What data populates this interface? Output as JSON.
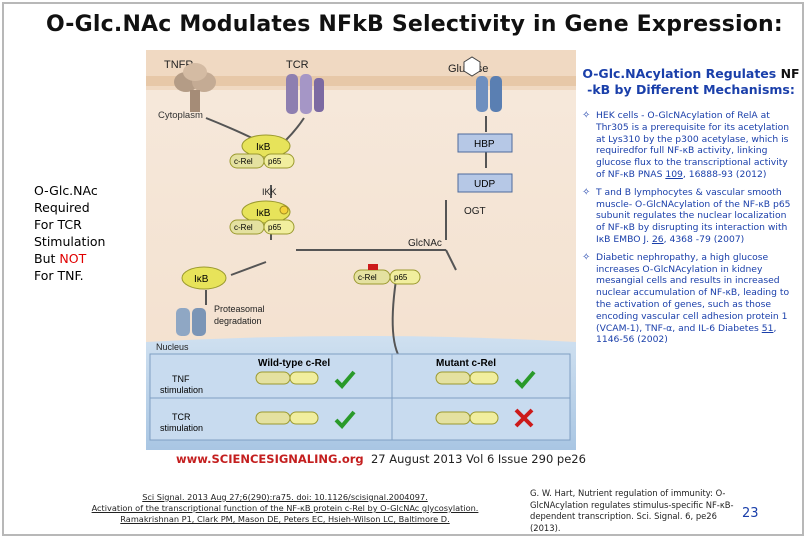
{
  "title": "O-Glc.NAc Modulates NFkB Selectivity in Gene Expression:",
  "left_note": {
    "line1": "O-Glc.NAc",
    "line2": "Required",
    "line3": "For TCR",
    "line4": "Stimulation",
    "line5_prefix": "But ",
    "line5_red": "NOT",
    "line6": "For TNF."
  },
  "right_heading": {
    "part1": "O-Glc.NAcylation Regulates ",
    "part2": "NF",
    "part3": "-kB by Different Mechanisms:"
  },
  "bullets": [
    {
      "text": "HEK cells - O-GlcNAcylation of RelA at Thr305 is a prerequisite for its acetylation at Lys310 by the p300 acetylase, which is requiredfor full NF-κB activity, linking glucose flux to the transcriptional activity of NF-κB PNAS ",
      "vol": "109",
      "tail": ", 16888-93 (2012)"
    },
    {
      "text": "T and B lymphocytes & vascular smooth muscle- O-GlcNAcylation of the NF-κB p65 subunit regulates the nuclear localization of NF-κB by disrupting its interaction with IκB EMBO J. ",
      "vol": "26",
      "tail": ", 4368 -79 (2007)"
    },
    {
      "text": "Diabetic nephropathy, a high glucose increases O-GlcNAcylation in kidney mesangial cells and results in increased nuclear accumulation of NF-κB, leading to the activation of genes, such as those encoding vascular cell adhesion protein 1 (VCAM-1), TNF-α, and IL-6 Diabetes ",
      "vol": "51",
      "tail": ", 1146-56 (2002)"
    }
  ],
  "figure": {
    "labels": {
      "tnfr": "TNFR",
      "tcr": "TCR",
      "glucose": "Glucose",
      "cytoplasm": "Cytoplasm",
      "ikb": "IκB",
      "crel": "c-Rel",
      "p65": "p65",
      "ikk": "IKK",
      "hbp": "HBP",
      "udp": "UDP",
      "ogt": "OGT",
      "glcnac": "GlcNAc",
      "proteasomal1": "Proteasomal",
      "proteasomal2": "degradation",
      "nucleus": "Nucleus",
      "wildtype": "Wild-type c-Rel",
      "mutant": "Mutant c-Rel",
      "tnf1": "TNF",
      "tnf2": "stimulation",
      "tcr1": "TCR",
      "tcr2": "stimulation"
    },
    "footer_site": "www.SCIENCESIGNALING.org",
    "footer_rest": "27 August 2013   Vol 6 Issue 290  pe26"
  },
  "citation_center": [
    "Sci Signal. 2013 Aug 27;6(290):ra75. doi: 10.1126/scisignal.2004097.",
    "Activation of the transcriptional function of the NF-κB protein c-Rel by O-GlcNAc glycosylation.",
    "Ramakrishnan P1, Clark PM, Mason DE, Peters EC, Hsieh-Wilson LC, Baltimore D."
  ],
  "citation_right": "G. W. Hart, Nutrient regulation of immunity: O-GlcNAcylation regulates stimulus-specific NF-κB-dependent transcription. Sci. Signal. 6, pe26 (2013).",
  "page_number": "23",
  "colors": {
    "title": "#111111",
    "accent_blue": "#1a3faa",
    "red": "#e00000",
    "check_green": "#2a9a2a",
    "cross_red": "#cc1a1a"
  }
}
